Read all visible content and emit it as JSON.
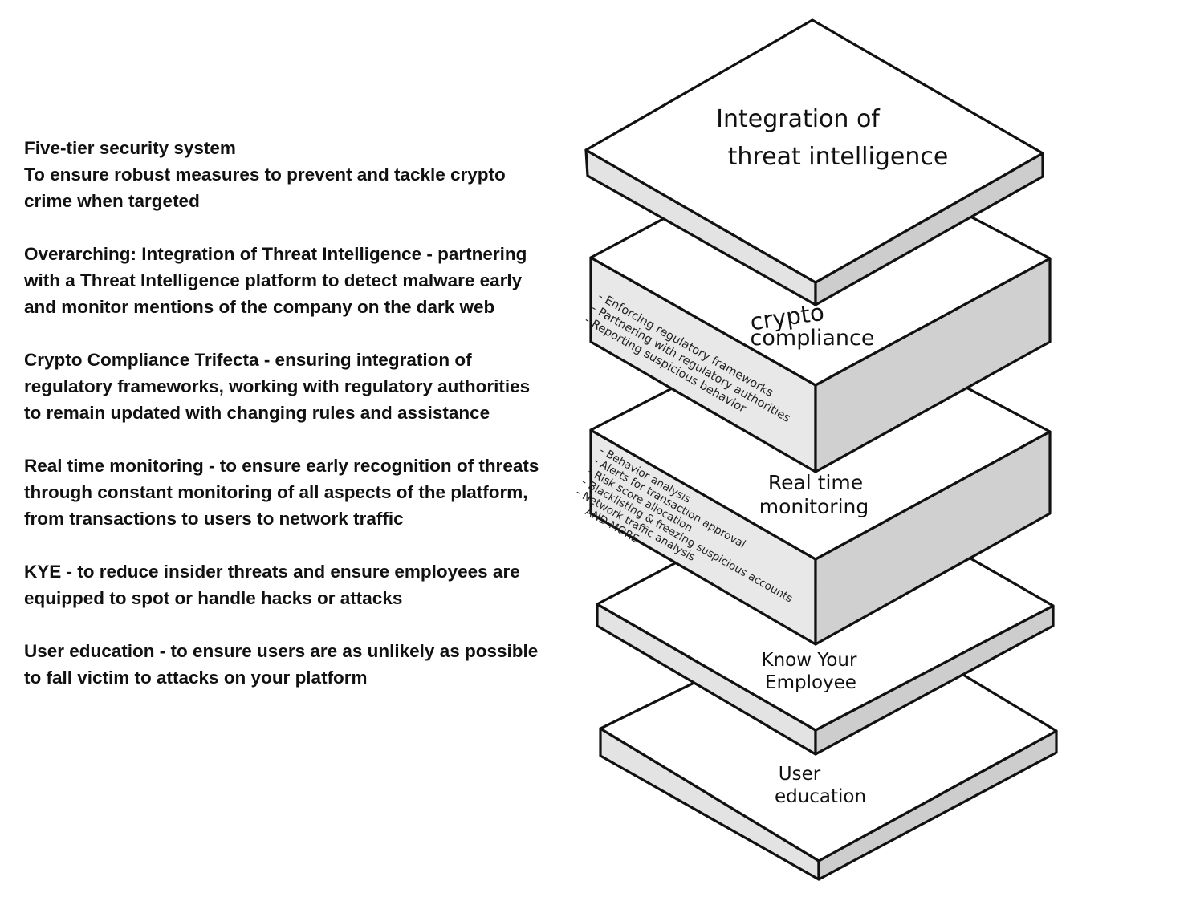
{
  "description": {
    "paragraphs": [
      {
        "lines": [
          "Five-tier security system",
          "To ensure robust measures to prevent and tackle crypto",
          "crime when targeted"
        ]
      },
      {
        "lines": [
          "Overarching: Integration of Threat Intelligence - partnering",
          "with a Threat Intelligence platform to detect malware early",
          "and monitor mentions of the company on the dark web"
        ]
      },
      {
        "lines": [
          "Crypto Compliance Trifecta - ensuring integration of",
          "regulatory frameworks, working with regulatory authorities",
          "to remain updated with changing rules and assistance"
        ]
      },
      {
        "lines": [
          "Real time monitoring - to ensure early recognition of threats",
          "through constant monitoring of all aspects of the platform,",
          "from transactions to users to network traffic"
        ]
      },
      {
        "lines": [
          "KYE - to reduce insider threats and ensure employees are",
          "equipped to spot or handle hacks or attacks"
        ]
      },
      {
        "lines": [
          "User education - to ensure users are as unlikely as possible",
          "to fall victim to attacks on your platform"
        ]
      }
    ]
  },
  "tiers": {
    "threat_intel": {
      "line1": "Integration of",
      "line2": "threat intelligence"
    },
    "crypto_compliance": {
      "line1": "crypto",
      "line2": "compliance",
      "notes": [
        "- Enforcing regulatory frameworks",
        "- Partnering with regulatory authorities",
        "- Reporting suspicious behavior"
      ]
    },
    "real_time": {
      "line1": "Real time",
      "line2": "monitoring",
      "notes": [
        "- Behavior analysis",
        "- Alerts for transaction approval",
        "- Risk score allocation",
        "- Blacklisting & freezing suspicious accounts",
        "- Network traffic analysis",
        "AND MORE"
      ]
    },
    "kye": {
      "line1": "Know Your",
      "line2": "Employee"
    },
    "user_education": {
      "line1": "User",
      "line2": "education"
    }
  }
}
